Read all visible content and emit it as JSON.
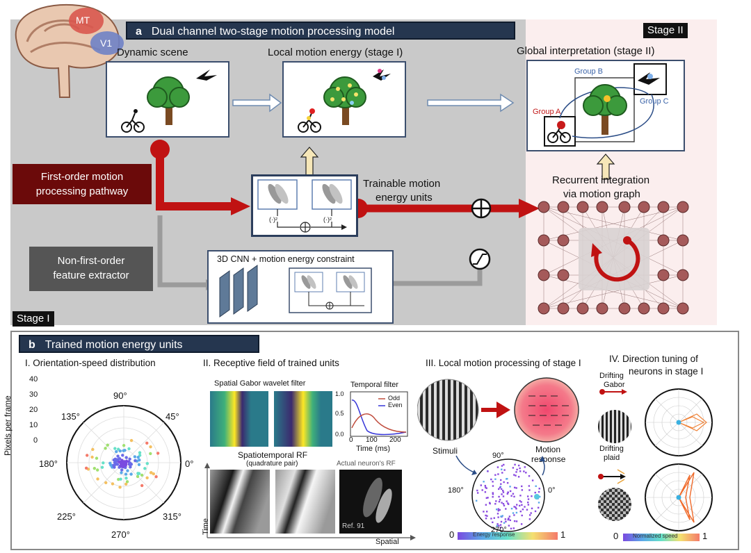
{
  "panel_a": {
    "letter": "a",
    "title": "Dual channel two-stage motion processing model",
    "brain_labels": [
      "MT",
      "V1"
    ],
    "stage2_tag": "Stage II",
    "stage1_tag": "Stage I",
    "dynamic_scene": "Dynamic scene",
    "local_motion": "Local motion energy (stage I)",
    "global_interp": "Global interpretation (stage II)",
    "group_a": "Group A",
    "group_b": "Group B",
    "group_c": "Group C",
    "first_order_1": "First-order motion",
    "first_order_2": "processing pathway",
    "non_first_1": "Non-first-order",
    "non_first_2": "feature extractor",
    "trainable_1": "Trainable motion",
    "trainable_2": "energy units",
    "recurrent_1": "Recurrent integration",
    "recurrent_2": "via motion graph",
    "cnn_label": "3D CNN + motion energy constraint",
    "squares": [
      "(·)²",
      "(·)²"
    ]
  },
  "panel_b": {
    "letter": "b",
    "title": "Trained motion energy units",
    "sub1": {
      "title": "I.  Orientation-speed distribution",
      "ylabel": "Pixels per frame",
      "yticks": [
        "40",
        "30",
        "20",
        "10",
        "0"
      ],
      "angles": [
        "90°",
        "45°",
        "135°",
        "180°",
        "0°",
        "225°",
        "315°",
        "270°"
      ]
    },
    "sub2": {
      "title": "II.  Receptive field of trained units",
      "gabor": "Spatial Gabor wavelet filter",
      "temporal": "Temporal filter",
      "legend_odd": "Odd",
      "legend_even": "Even",
      "t_yticks": [
        "1.0",
        "0.5",
        "0.0"
      ],
      "t_xticks": [
        "0",
        "100",
        "200"
      ],
      "t_xlabel": "Time (ms)",
      "st_rf_1": "Spatiotemporal RF",
      "st_rf_2": "(quadrature pair)",
      "actual_rf": "Actual neuron's RF",
      "ref": "Ref. 91",
      "time_axis": "Time",
      "spatial_axis": "Spatial"
    },
    "sub3": {
      "title": "III.  Local motion processing of stage I",
      "stimuli": "Stimuli",
      "motion_1": "Motion",
      "motion_2": "response",
      "angles": [
        "90°",
        "180°",
        "0°",
        "270°"
      ],
      "cbar_min": "0",
      "cbar_max": "1",
      "cbar_label": "Energy response"
    },
    "sub4": {
      "title_1": "IV.  Direction tuning of",
      "title_2": "neurons in stage I",
      "gabor_1": "Drifting",
      "gabor_2": "Gabor",
      "plaid_1": "Drifting",
      "plaid_2": "plaid",
      "cbar_min": "0",
      "cbar_max": "1",
      "cbar_label": "Normalized speed"
    }
  },
  "colors": {
    "navy": "#25364f",
    "red_path": "#c01212",
    "dark_red": "#6b0a0a",
    "grey_path": "#9b9b9b",
    "node": "#a55a5a"
  }
}
